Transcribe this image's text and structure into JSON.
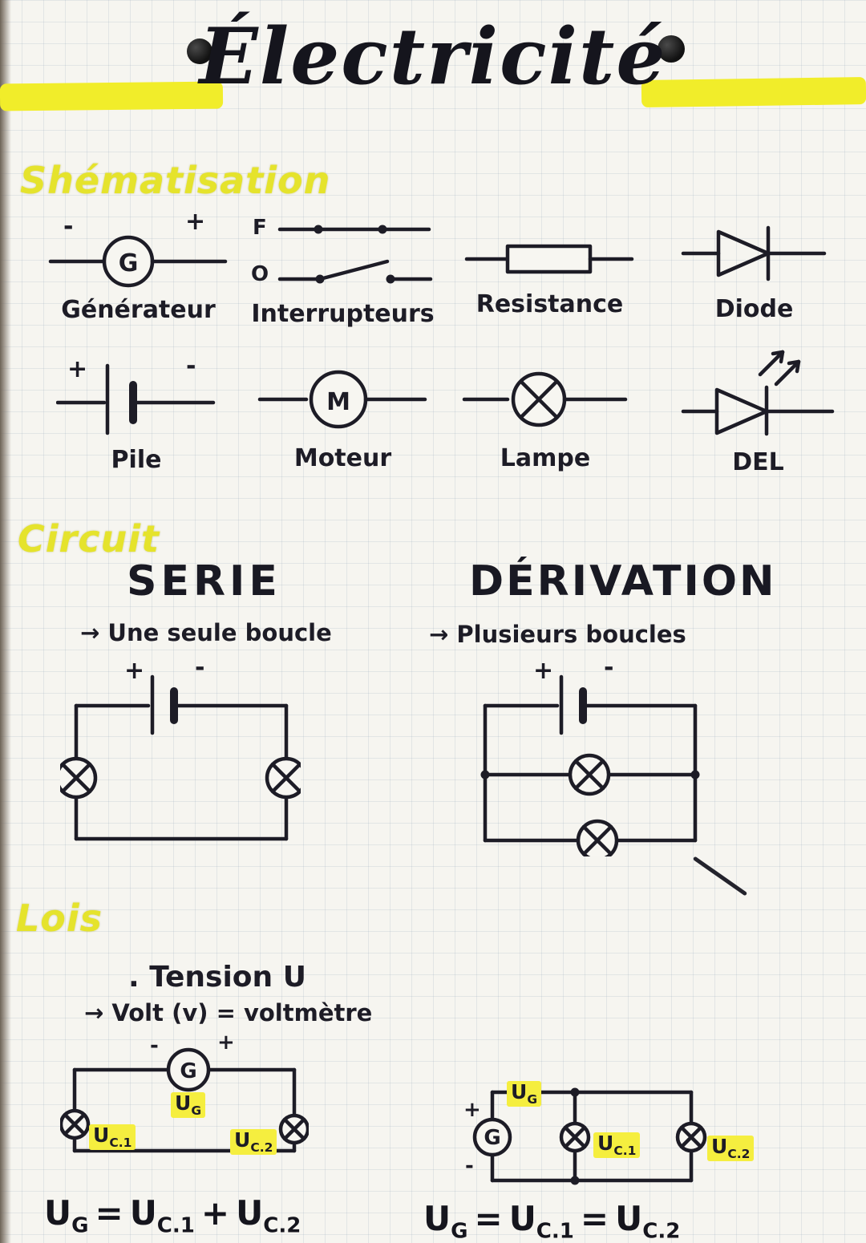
{
  "page": {
    "title": "Électricité"
  },
  "schematisation": {
    "heading": "Shématisation",
    "generator": {
      "label": "Générateur",
      "letter": "G",
      "minus": "-",
      "plus": "+"
    },
    "switches": {
      "label": "Interrupteurs",
      "closed_letter": "F",
      "open_letter": "O"
    },
    "resistor": {
      "label": "Resistance"
    },
    "diode": {
      "label": "Diode"
    },
    "battery": {
      "label": "Pile",
      "plus": "+",
      "minus": "-"
    },
    "motor": {
      "label": "Moteur",
      "letter": "M"
    },
    "lamp": {
      "label": "Lampe"
    },
    "led": {
      "label": "DEL"
    }
  },
  "circuit": {
    "heading": "Circuit",
    "serie": {
      "title": "SERIE",
      "subtitle": "→ Une seule boucle",
      "plus": "+",
      "minus": "-"
    },
    "derivation": {
      "title": "DÉRIVATION",
      "subtitle": "→ Plusieurs boucles",
      "plus": "+",
      "minus": "-"
    }
  },
  "lois": {
    "heading": "Lois",
    "tension_title": ". Tension U",
    "tension_subtitle": "→ Volt (v) = voltmètre",
    "u": "U",
    "sub_g": "G",
    "sub_c1": "C.1",
    "sub_c2": "C.2",
    "eq": "=",
    "plus_op": "+",
    "serie": {
      "gen_letter": "G",
      "minus": "-",
      "plus": "+"
    },
    "derivation": {
      "gen_letter": "G",
      "plus": "+",
      "minus": "-"
    }
  }
}
